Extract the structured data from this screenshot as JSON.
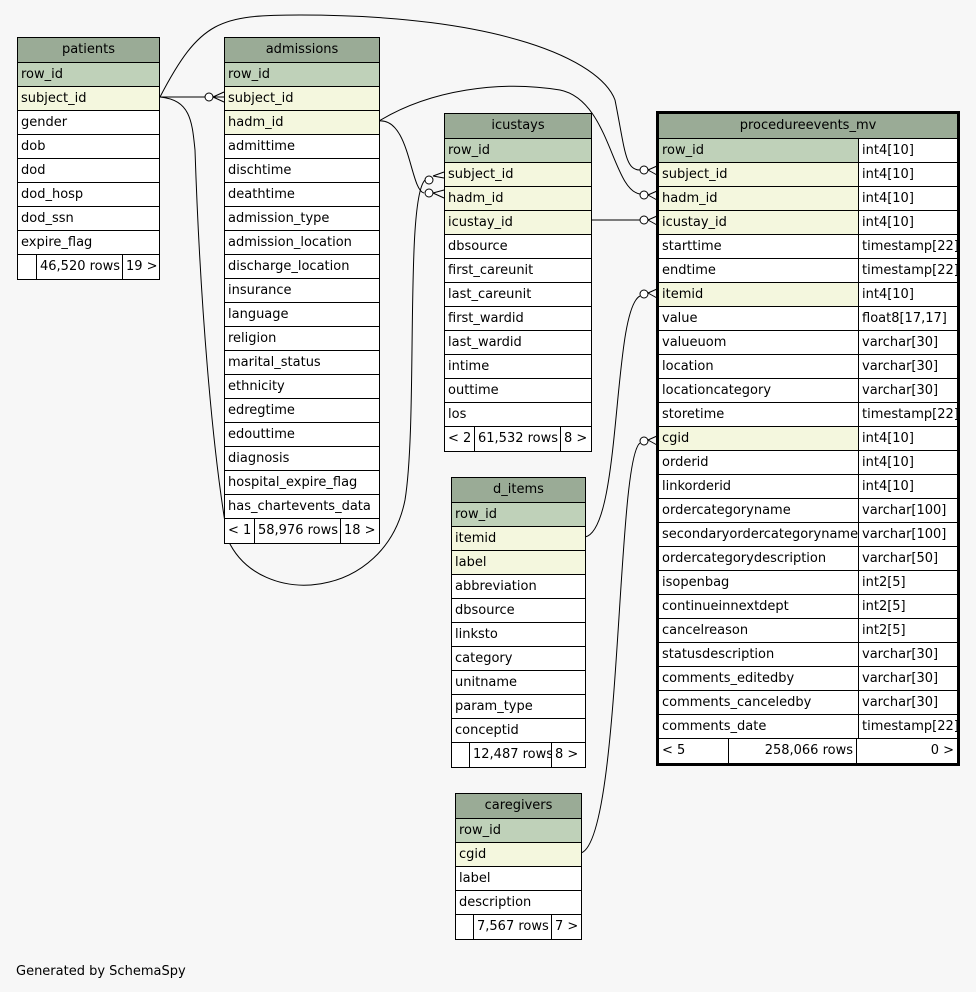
{
  "generated_by": "Generated by SchemaSpy",
  "colors": {
    "header": "#9aab96",
    "primary_key": "#bfd1b9",
    "foreign_key": "#f4f7de",
    "background": "#f7f7f7"
  },
  "tables": [
    {
      "id": "patients",
      "name": "patients",
      "columns": [
        {
          "n": "row_id",
          "k": "pk"
        },
        {
          "n": "subject_id",
          "k": "fk"
        },
        {
          "n": "gender"
        },
        {
          "n": "dob"
        },
        {
          "n": "dod"
        },
        {
          "n": "dod_hosp"
        },
        {
          "n": "dod_ssn"
        },
        {
          "n": "expire_flag"
        }
      ],
      "footer": {
        "parents": "",
        "rows": "46,520 rows",
        "children": "19 >"
      }
    },
    {
      "id": "admissions",
      "name": "admissions",
      "columns": [
        {
          "n": "row_id",
          "k": "pk"
        },
        {
          "n": "subject_id",
          "k": "fk"
        },
        {
          "n": "hadm_id",
          "k": "fk"
        },
        {
          "n": "admittime"
        },
        {
          "n": "dischtime"
        },
        {
          "n": "deathtime"
        },
        {
          "n": "admission_type"
        },
        {
          "n": "admission_location"
        },
        {
          "n": "discharge_location"
        },
        {
          "n": "insurance"
        },
        {
          "n": "language"
        },
        {
          "n": "religion"
        },
        {
          "n": "marital_status"
        },
        {
          "n": "ethnicity"
        },
        {
          "n": "edregtime"
        },
        {
          "n": "edouttime"
        },
        {
          "n": "diagnosis"
        },
        {
          "n": "hospital_expire_flag"
        },
        {
          "n": "has_chartevents_data"
        }
      ],
      "footer": {
        "parents": "< 1",
        "rows": "58,976 rows",
        "children": "18 >"
      }
    },
    {
      "id": "icustays",
      "name": "icustays",
      "columns": [
        {
          "n": "row_id",
          "k": "pk"
        },
        {
          "n": "subject_id",
          "k": "fk"
        },
        {
          "n": "hadm_id",
          "k": "fk"
        },
        {
          "n": "icustay_id",
          "k": "fk"
        },
        {
          "n": "dbsource"
        },
        {
          "n": "first_careunit"
        },
        {
          "n": "last_careunit"
        },
        {
          "n": "first_wardid"
        },
        {
          "n": "last_wardid"
        },
        {
          "n": "intime"
        },
        {
          "n": "outtime"
        },
        {
          "n": "los"
        }
      ],
      "footer": {
        "parents": "< 2",
        "rows": "61,532 rows",
        "children": "8 >"
      }
    },
    {
      "id": "d_items",
      "name": "d_items",
      "columns": [
        {
          "n": "row_id",
          "k": "pk"
        },
        {
          "n": "itemid",
          "k": "fk"
        },
        {
          "n": "label",
          "k": "fk"
        },
        {
          "n": "abbreviation"
        },
        {
          "n": "dbsource"
        },
        {
          "n": "linksto"
        },
        {
          "n": "category"
        },
        {
          "n": "unitname"
        },
        {
          "n": "param_type"
        },
        {
          "n": "conceptid"
        }
      ],
      "footer": {
        "parents": "",
        "rows": "12,487 rows",
        "children": "8 >"
      }
    },
    {
      "id": "caregivers",
      "name": "caregivers",
      "columns": [
        {
          "n": "row_id",
          "k": "pk"
        },
        {
          "n": "cgid",
          "k": "fk"
        },
        {
          "n": "label"
        },
        {
          "n": "description"
        }
      ],
      "footer": {
        "parents": "",
        "rows": "7,567 rows",
        "children": "7 >"
      }
    },
    {
      "id": "procedureevents_mv",
      "name": "procedureevents_mv",
      "focus": true,
      "columns": [
        {
          "n": "row_id",
          "t": "int4[10]",
          "k": "pk"
        },
        {
          "n": "subject_id",
          "t": "int4[10]",
          "k": "fk"
        },
        {
          "n": "hadm_id",
          "t": "int4[10]",
          "k": "fk"
        },
        {
          "n": "icustay_id",
          "t": "int4[10]",
          "k": "fk"
        },
        {
          "n": "starttime",
          "t": "timestamp[22]"
        },
        {
          "n": "endtime",
          "t": "timestamp[22]"
        },
        {
          "n": "itemid",
          "t": "int4[10]",
          "k": "fk"
        },
        {
          "n": "value",
          "t": "float8[17,17]"
        },
        {
          "n": "valueuom",
          "t": "varchar[30]"
        },
        {
          "n": "location",
          "t": "varchar[30]"
        },
        {
          "n": "locationcategory",
          "t": "varchar[30]"
        },
        {
          "n": "storetime",
          "t": "timestamp[22]"
        },
        {
          "n": "cgid",
          "t": "int4[10]",
          "k": "fk"
        },
        {
          "n": "orderid",
          "t": "int4[10]"
        },
        {
          "n": "linkorderid",
          "t": "int4[10]"
        },
        {
          "n": "ordercategoryname",
          "t": "varchar[100]"
        },
        {
          "n": "secondaryordercategoryname",
          "t": "varchar[100]"
        },
        {
          "n": "ordercategorydescription",
          "t": "varchar[50]"
        },
        {
          "n": "isopenbag",
          "t": "int2[5]"
        },
        {
          "n": "continueinnextdept",
          "t": "int2[5]"
        },
        {
          "n": "cancelreason",
          "t": "int2[5]"
        },
        {
          "n": "statusdescription",
          "t": "varchar[30]"
        },
        {
          "n": "comments_editedby",
          "t": "varchar[30]"
        },
        {
          "n": "comments_canceledby",
          "t": "varchar[30]"
        },
        {
          "n": "comments_date",
          "t": "timestamp[22]"
        }
      ],
      "footer": {
        "parents": "< 5",
        "rows": "258,066 rows",
        "children": "0 >"
      }
    }
  ]
}
